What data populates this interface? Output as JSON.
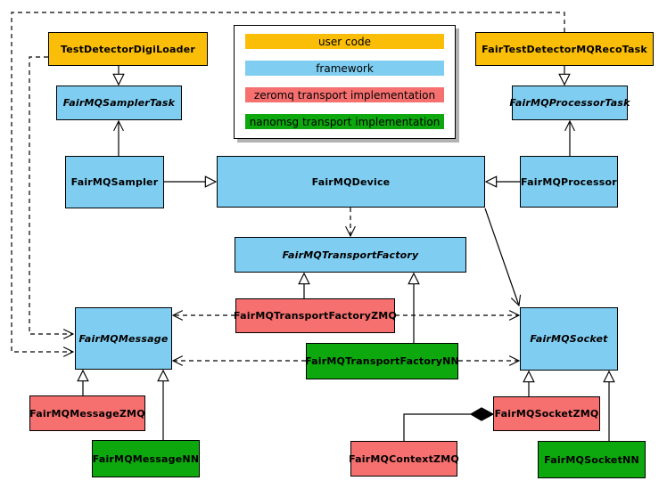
{
  "diagram": {
    "kind": "uml-class-diagram",
    "colors": {
      "user-code": "#fbbe08",
      "framework": "#7fcef2",
      "zeromq": "#f5706f",
      "nanomsg": "#0da80d",
      "line": "#000000",
      "canvas": "#ffffff"
    },
    "legend": {
      "items": [
        {
          "label": "user code",
          "category": "user-code",
          "color": "#fbbe08"
        },
        {
          "label": "framework",
          "category": "framework",
          "color": "#7fcef2"
        },
        {
          "label": "zeromq transport implementation",
          "category": "zeromq",
          "color": "#f5706f"
        },
        {
          "label": "nanomsg transport implementation",
          "category": "nanomsg",
          "color": "#0da80d"
        }
      ]
    },
    "nodes": {
      "testDetectorDigiLoader": {
        "label": "TestDetectorDigiLoader",
        "category": "user-code",
        "abstract": false
      },
      "fairTestDetectorMQRecoTask": {
        "label": "FairTestDetectorMQRecoTask",
        "category": "user-code",
        "abstract": false
      },
      "fairMQSamplerTask": {
        "label": "FairMQSamplerTask",
        "category": "framework",
        "abstract": true
      },
      "fairMQProcessorTask": {
        "label": "FairMQProcessorTask",
        "category": "framework",
        "abstract": true
      },
      "fairMQSampler": {
        "label": "FairMQSampler",
        "category": "framework",
        "abstract": false
      },
      "fairMQDevice": {
        "label": "FairMQDevice",
        "category": "framework",
        "abstract": false
      },
      "fairMQProcessor": {
        "label": "FairMQProcessor",
        "category": "framework",
        "abstract": false
      },
      "fairMQTransportFactory": {
        "label": "FairMQTransportFactory",
        "category": "framework",
        "abstract": true
      },
      "fairMQTransportFactoryZMQ": {
        "label": "FairMQTransportFactoryZMQ",
        "category": "zeromq",
        "abstract": false
      },
      "fairMQTransportFactoryNN": {
        "label": "FairMQTransportFactoryNN",
        "category": "nanomsg",
        "abstract": false
      },
      "fairMQMessage": {
        "label": "FairMQMessage",
        "category": "framework",
        "abstract": true
      },
      "fairMQSocket": {
        "label": "FairMQSocket",
        "category": "framework",
        "abstract": true
      },
      "fairMQMessageZMQ": {
        "label": "FairMQMessageZMQ",
        "category": "zeromq",
        "abstract": false
      },
      "fairMQMessageNN": {
        "label": "FairMQMessageNN",
        "category": "nanomsg",
        "abstract": false
      },
      "fairMQSocketZMQ": {
        "label": "FairMQSocketZMQ",
        "category": "zeromq",
        "abstract": false
      },
      "fairMQSocketNN": {
        "label": "FairMQSocketNN",
        "category": "nanomsg",
        "abstract": false
      },
      "fairMQContextZMQ": {
        "label": "FairMQContextZMQ",
        "category": "zeromq",
        "abstract": false
      }
    },
    "edges": [
      {
        "from": "TestDetectorDigiLoader",
        "to": "FairMQSamplerTask",
        "type": "inheritance"
      },
      {
        "from": "FairTestDetectorMQRecoTask",
        "to": "FairMQProcessorTask",
        "type": "inheritance"
      },
      {
        "from": "FairMQSampler",
        "to": "FairMQSamplerTask",
        "type": "association"
      },
      {
        "from": "FairMQProcessor",
        "to": "FairMQProcessorTask",
        "type": "association"
      },
      {
        "from": "FairMQSampler",
        "to": "FairMQDevice",
        "type": "inheritance"
      },
      {
        "from": "FairMQProcessor",
        "to": "FairMQDevice",
        "type": "inheritance"
      },
      {
        "from": "FairMQDevice",
        "to": "FairMQTransportFactory",
        "type": "dependency"
      },
      {
        "from": "FairMQDevice",
        "to": "FairMQSocket",
        "type": "association"
      },
      {
        "from": "TestDetectorDigiLoader",
        "to": "FairMQMessage",
        "type": "dependency"
      },
      {
        "from": "FairTestDetectorMQRecoTask",
        "to": "FairMQMessage",
        "type": "dependency"
      },
      {
        "from": "FairMQTransportFactoryZMQ",
        "to": "FairMQTransportFactory",
        "type": "inheritance"
      },
      {
        "from": "FairMQTransportFactoryNN",
        "to": "FairMQTransportFactory",
        "type": "inheritance"
      },
      {
        "from": "FairMQTransportFactoryZMQ",
        "to": "FairMQMessage",
        "type": "dependency"
      },
      {
        "from": "FairMQTransportFactoryZMQ",
        "to": "FairMQSocket",
        "type": "dependency"
      },
      {
        "from": "FairMQTransportFactoryNN",
        "to": "FairMQMessage",
        "type": "dependency"
      },
      {
        "from": "FairMQTransportFactoryNN",
        "to": "FairMQSocket",
        "type": "dependency"
      },
      {
        "from": "FairMQMessageZMQ",
        "to": "FairMQMessage",
        "type": "inheritance"
      },
      {
        "from": "FairMQMessageNN",
        "to": "FairMQMessage",
        "type": "inheritance"
      },
      {
        "from": "FairMQSocketZMQ",
        "to": "FairMQSocket",
        "type": "inheritance"
      },
      {
        "from": "FairMQSocketNN",
        "to": "FairMQSocket",
        "type": "inheritance"
      },
      {
        "from": "FairMQContextZMQ",
        "to": "FairMQSocketZMQ",
        "type": "composition"
      }
    ]
  }
}
